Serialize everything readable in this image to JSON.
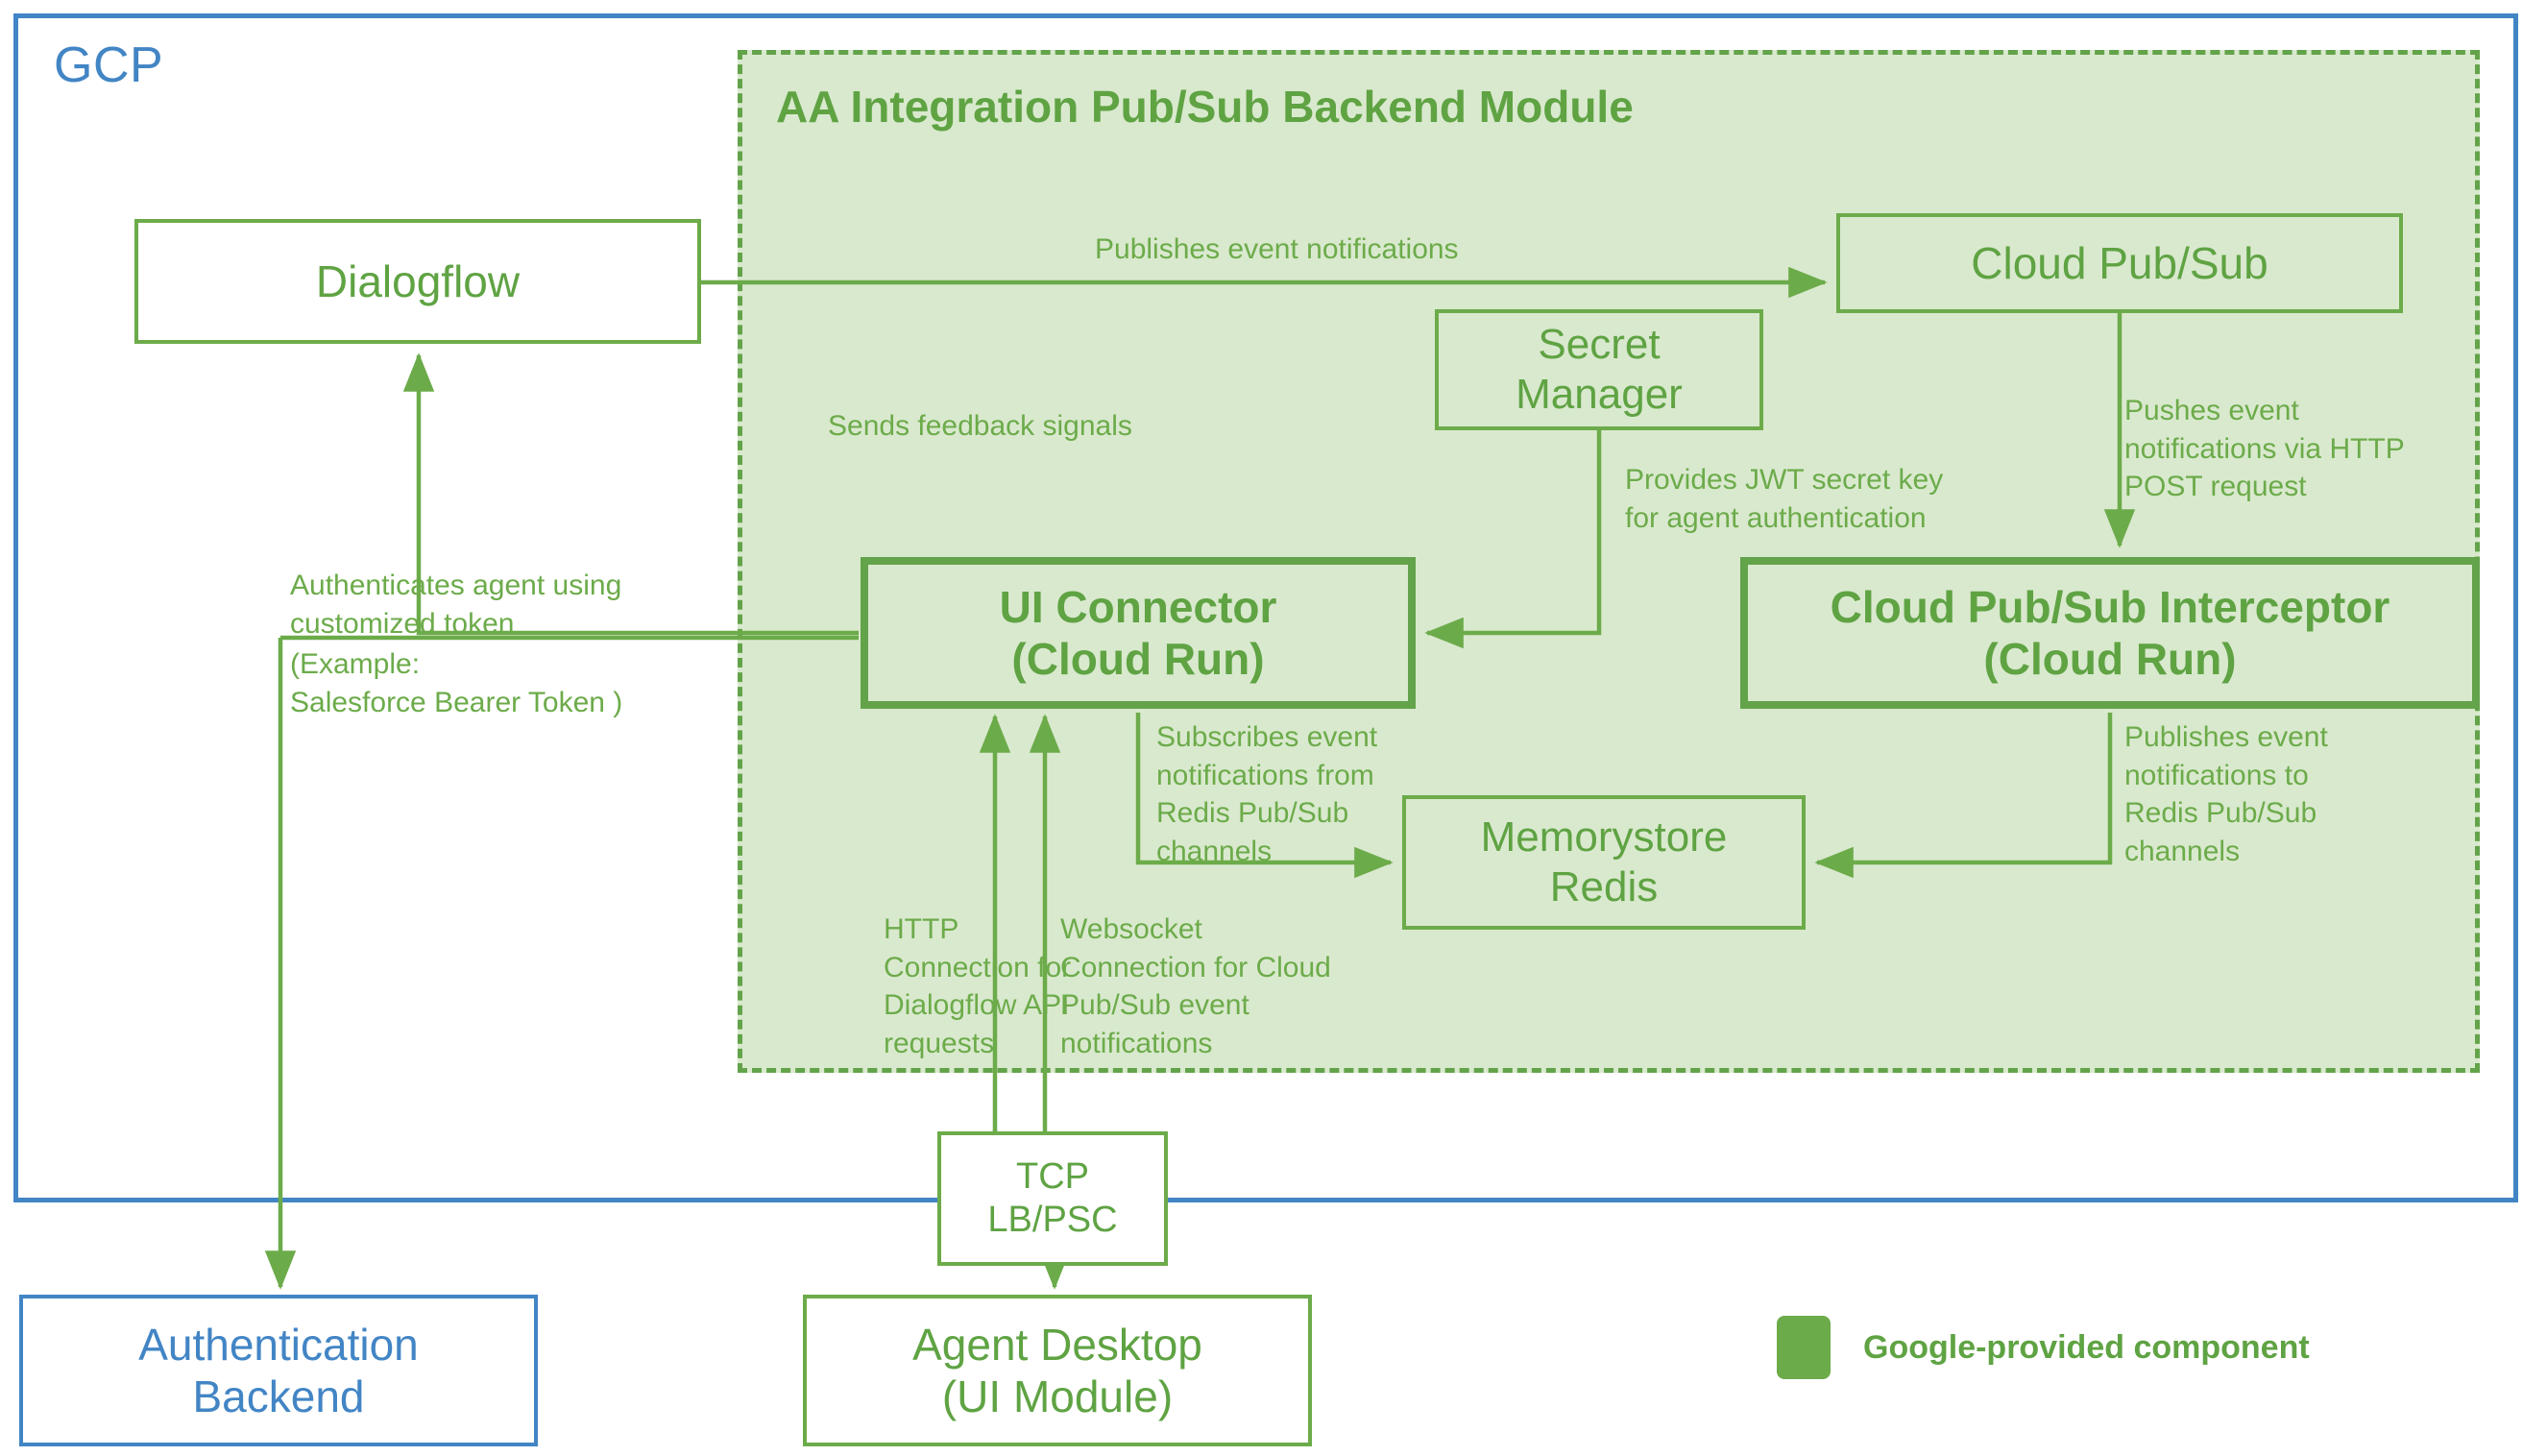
{
  "boundary": {
    "label": "GCP",
    "color": "#4285C5"
  },
  "module": {
    "title": "AA Integration Pub/Sub Backend Module",
    "fill": "#D9E9CE",
    "border": "#63A34A"
  },
  "nodes": {
    "dialogflow": "Dialogflow",
    "cloud_pubsub": "Cloud Pub/Sub",
    "secret_manager": "Secret\nManager",
    "ui_connector": "UI Connector\n(Cloud Run)",
    "interceptor": "Cloud Pub/Sub Interceptor\n(Cloud Run)",
    "memorystore": "Memorystore\nRedis",
    "tcp_lb": "TCP\nLB/PSC",
    "auth_backend": "Authentication\nBackend",
    "agent_desktop": "Agent Desktop\n(UI Module)"
  },
  "edge_labels": {
    "publishes_events": "Publishes event notifications",
    "pushes_events": "Pushes event\nnotifications via HTTP\nPOST request",
    "feedback": "Sends feedback signals",
    "jwt_secret": "Provides JWT secret key\nfor agent authentication",
    "authenticates": "Authenticates agent using\ncustomized token",
    "authenticates_example": "(Example:\nSalesforce Bearer Token )",
    "subscribes_redis": "Subscribes event\nnotifications from\nRedis Pub/Sub\nchannels",
    "publishes_redis": "Publishes event\nnotifications to\nRedis Pub/Sub\nchannels",
    "http_connection": "HTTP\nConnection for\nDialogflow API\nrequests",
    "websocket_connection": "Websocket\nConnection for Cloud\nPub/Sub event\nnotifications"
  },
  "legend": {
    "swatch_color": "#6CAB4A",
    "label": "Google-provided component"
  },
  "colors": {
    "green_primary": "#6CAB4A",
    "green_dark": "#5FA343",
    "green_fill": "#D9E9CE",
    "blue": "#4285C5"
  }
}
